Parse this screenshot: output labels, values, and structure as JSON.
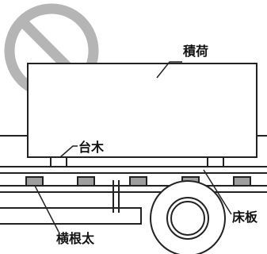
{
  "labels": {
    "cargo": "積荷",
    "block": "台木",
    "floor": "床板",
    "crossbeam": "横根太"
  },
  "colors": {
    "line": "#222222",
    "prohibition": "#b5b5b5",
    "beam_fill": "#9e9e9e",
    "background": "#ffffff"
  },
  "icon": "prohibition-sign"
}
